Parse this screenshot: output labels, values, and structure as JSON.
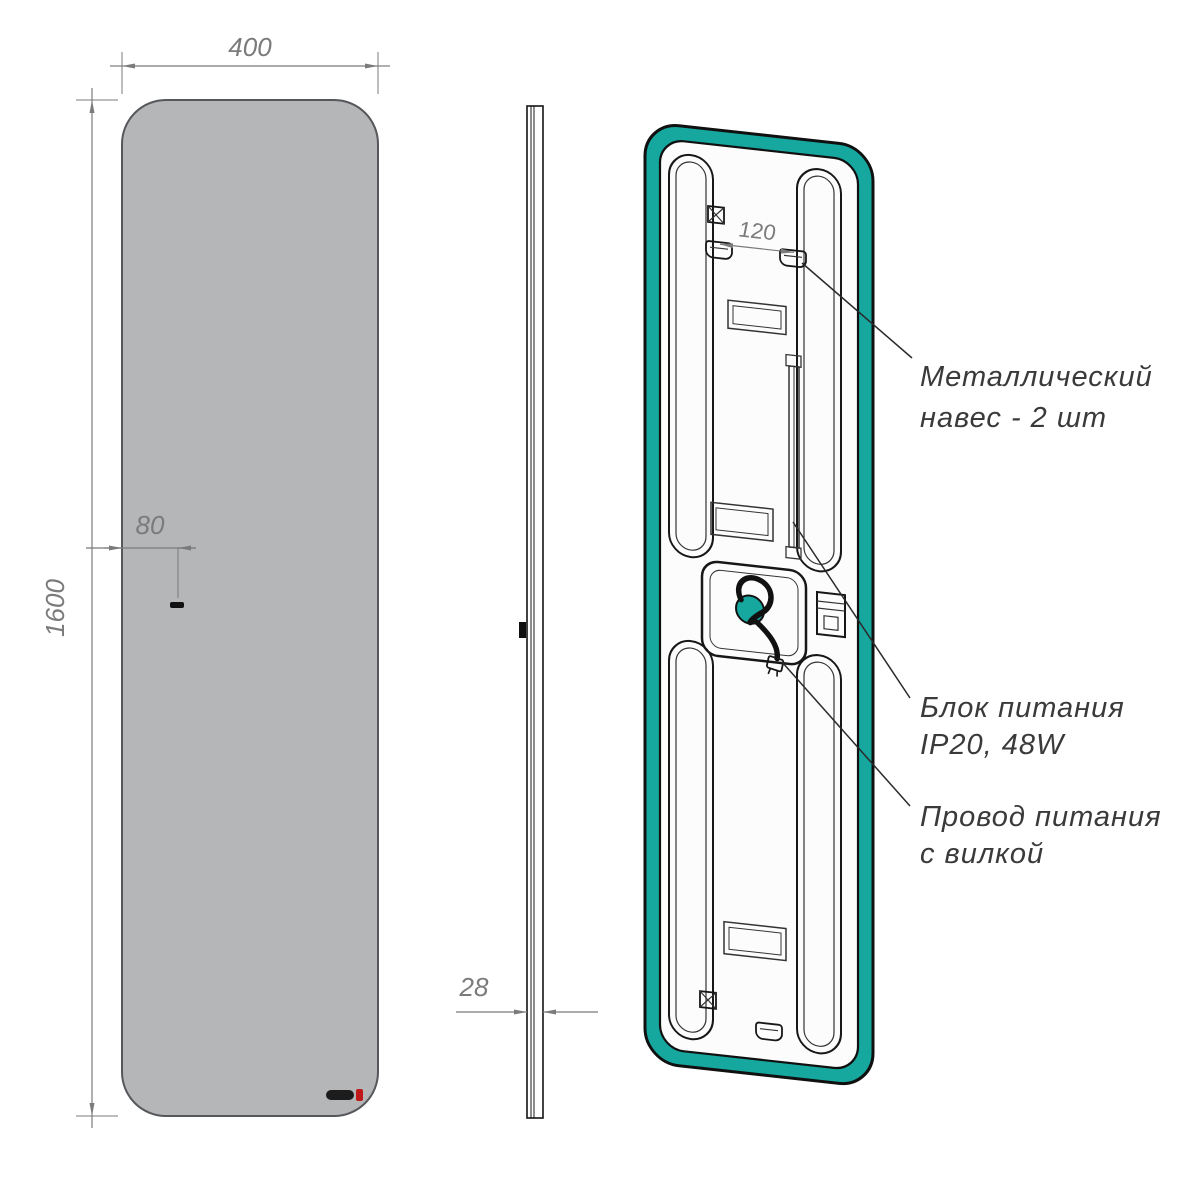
{
  "drawing": {
    "dims": {
      "width": "400",
      "height": "1600",
      "sensor_offset": "80",
      "depth": "28",
      "hanger_spacing": "120"
    },
    "annotations": {
      "hanger": {
        "line1": "Металлический",
        "line2": "навес - 2 шт"
      },
      "power": {
        "line1": "Блок питания",
        "line2": "IP20, 48W"
      },
      "cord": {
        "line1": "Провод питания",
        "line2": "с вилкой"
      }
    },
    "colors": {
      "frame_teal": "#16a79e",
      "mirror_gray": "#b4b6b8",
      "dimension_gray": "#7b7b7b",
      "line_black": "#1a1a1a",
      "logo_red": "#c01818"
    }
  }
}
